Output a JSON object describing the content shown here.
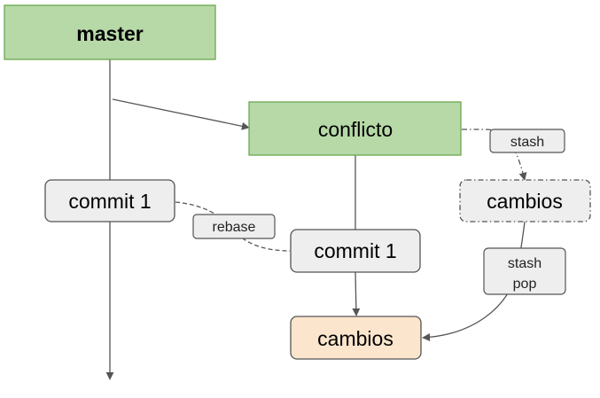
{
  "colors": {
    "branch_fill": "#b7d9a8",
    "branch_stroke": "#6aa84f",
    "commit_fill": "#eeeeee",
    "commit_stroke": "#555555",
    "changes_fill": "#fbe5cd",
    "changes_stroke": "#555555",
    "arrow": "#555555"
  },
  "nodes": {
    "master": "master",
    "conflicto": "conflicto",
    "commit_left": "commit 1",
    "commit_right": "commit 1",
    "stash_changes": "cambios",
    "final_changes": "cambios"
  },
  "edge_labels": {
    "stash": "stash",
    "rebase": "rebase",
    "stash_pop_line1": "stash",
    "stash_pop_line2": "pop"
  }
}
